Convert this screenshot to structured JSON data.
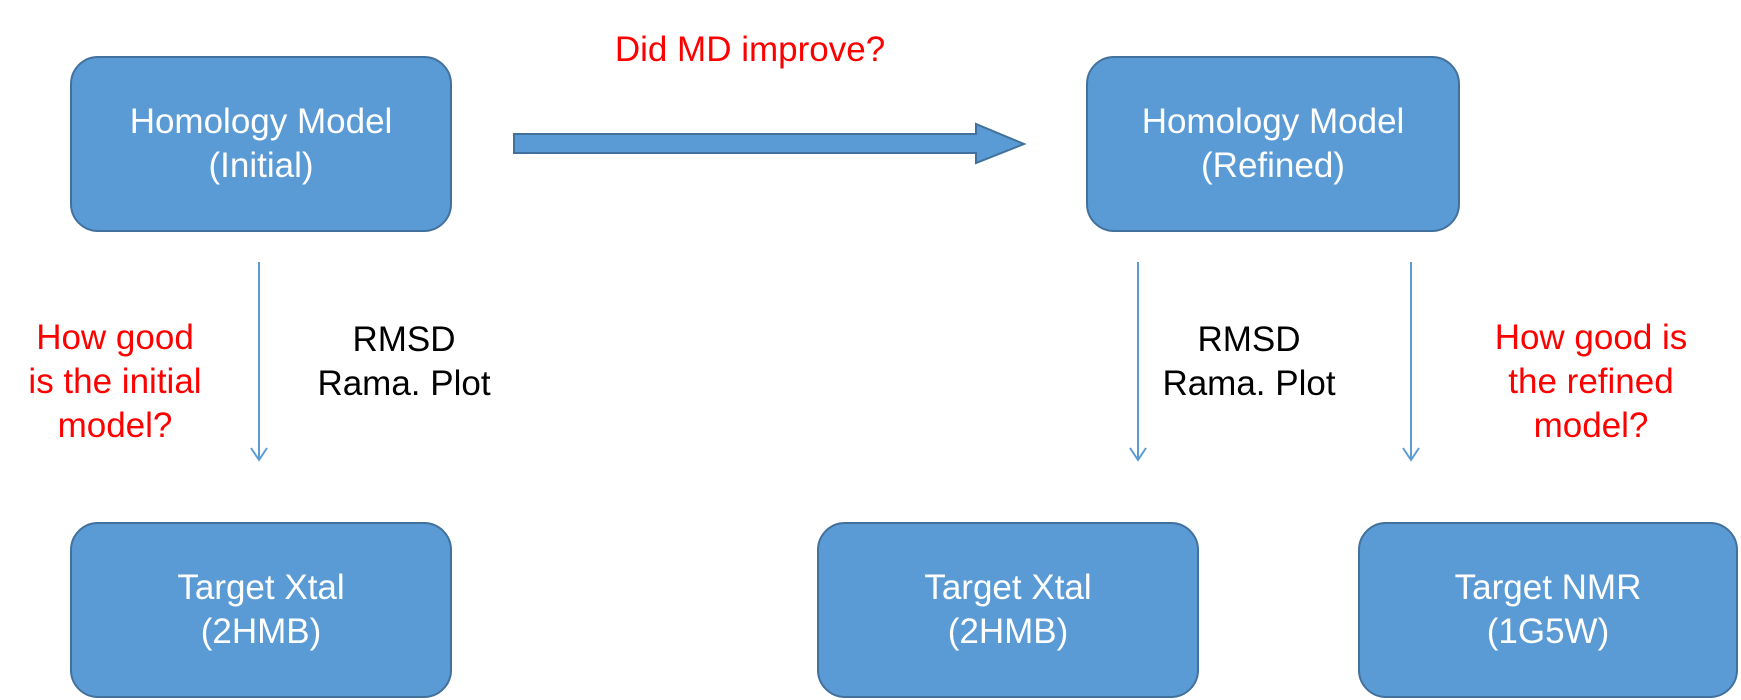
{
  "boxes": {
    "initial": {
      "line1": "Homology Model",
      "line2": "(Initial)"
    },
    "refined": {
      "line1": "Homology Model",
      "line2": "(Refined)"
    },
    "xtal_left": {
      "line1": "Target Xtal",
      "line2": "(2HMB)"
    },
    "xtal_right": {
      "line1": "Target Xtal",
      "line2": "(2HMB)"
    },
    "nmr": {
      "line1": "Target NMR",
      "line2": "(1G5W)"
    }
  },
  "questions": {
    "md_improve": "Did MD improve?",
    "initial": {
      "line1": "How good",
      "line2": "is the initial",
      "line3": "model?"
    },
    "refined": {
      "line1": "How good is",
      "line2": "the refined",
      "line3": "model?"
    }
  },
  "metrics": {
    "left": {
      "line1": "RMSD",
      "line2": "Rama. Plot"
    },
    "right": {
      "line1": "RMSD",
      "line2": "Rama. Plot"
    }
  },
  "colors": {
    "box_fill": "#5b9bd5",
    "box_border": "#41719c",
    "question_text": "#ff0000",
    "metric_text": "#000000"
  }
}
